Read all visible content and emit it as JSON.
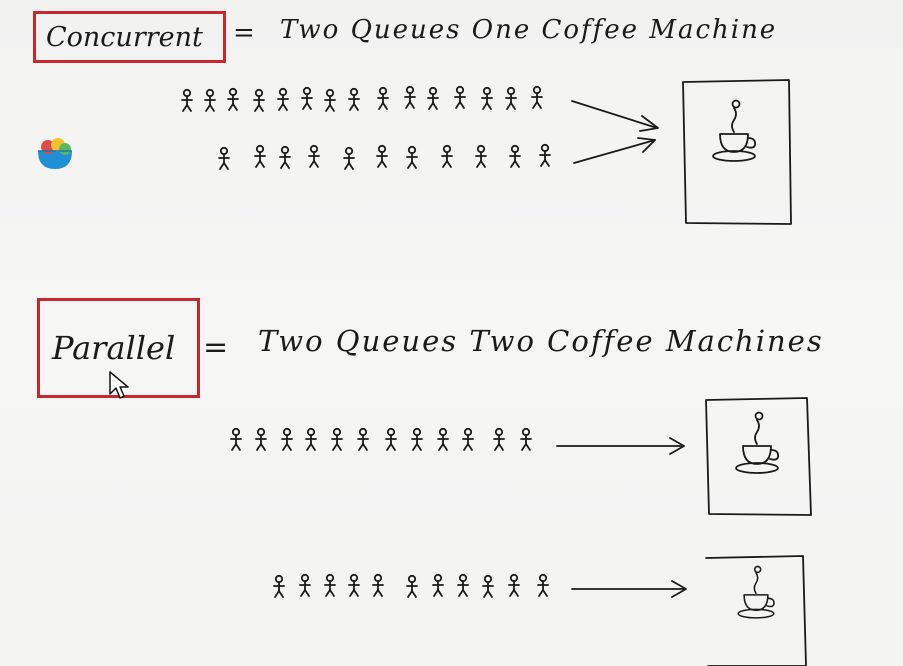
{
  "concurrent": {
    "term": "Concurrent",
    "equals": "=",
    "description": "Two Queues One Coffee Machine"
  },
  "parallel": {
    "term": "Parallel",
    "equals": "=",
    "description": "Two Queues Two Coffee Machines"
  },
  "colors": {
    "highlight_box": "#c8272e",
    "ink": "#1a1a1a",
    "background": "#f4f4f2"
  },
  "icons": {
    "person": "stick-figure",
    "machine": "coffee-cup",
    "pointer": "mouse-cursor",
    "overlay_logo": "app-logo"
  }
}
